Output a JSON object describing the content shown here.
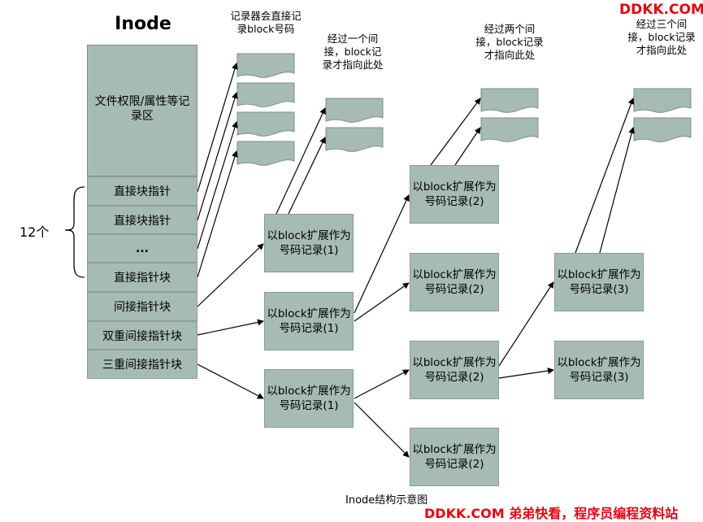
{
  "inode_title": "Inode",
  "permissions_area": "文件权限/属性等记录区",
  "slots": {
    "direct_1": "直接块指针",
    "direct_2": "直接块指针",
    "ellipsis": "...",
    "direct_block": "直接指针块",
    "indirect": "间接指针块",
    "double_indirect": "双重间接指针块",
    "triple_indirect": "三重间接指针块"
  },
  "brace_label": "12个",
  "notes": {
    "direct": "记录器会直接记录block号码",
    "one_level": "经过一个间接，block记录才指向此处",
    "two_level": "经过两个间接，block记录才指向此处",
    "three_level": "经过三个间接，block记录才指向此处"
  },
  "ext_boxes": {
    "l1_indirect": "以block扩展作为号码记录(1)",
    "l1_double": "以block扩展作为号码记录(1)",
    "l1_triple": "以block扩展作为号码记录(1)",
    "l2_top": "以block扩展作为号码记录(2)",
    "l2_mid": "以block扩展作为号码记录(2)",
    "l2_lower": "以block扩展作为号码记录(2)",
    "l2_bottom": "以block扩展作为号码记录(2)",
    "l3_top": "以block扩展作为号码记录(3)",
    "l3_bottom": "以block扩展作为号码记录(3)"
  },
  "caption": "Inode结构示意图",
  "watermark_top": "DDKK.COM",
  "watermark_bottom": "DDKK.COM 弟弟快看，程序员编程资料站",
  "colors": {
    "cell": "#a6bbb6",
    "border": "#8a9a95",
    "brand": "#e60012"
  }
}
